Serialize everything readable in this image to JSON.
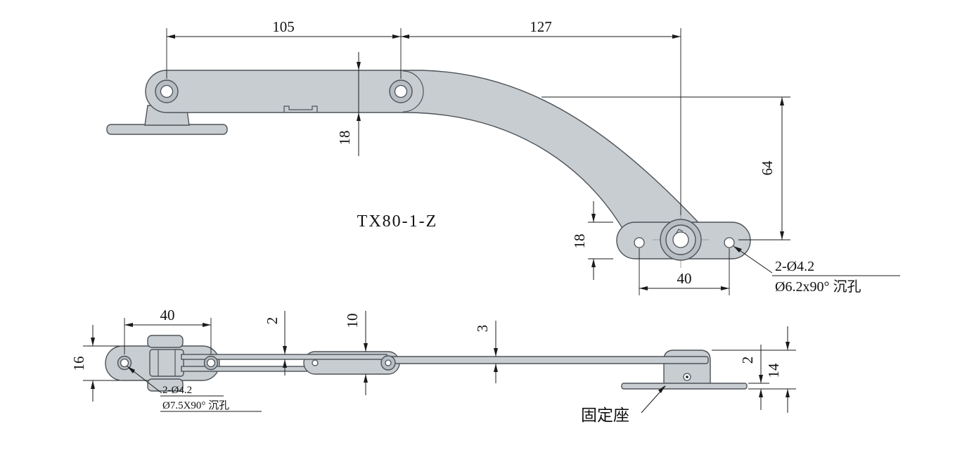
{
  "title": {
    "part_number": "TX80-1-Z"
  },
  "side_view": {
    "dims": {
      "width_left": "105",
      "width_right": "127",
      "arm_height": "18",
      "drop_height": "64",
      "base_height": "18",
      "hole_spacing": "40"
    },
    "hole_note": {
      "line1": "2-Ø4.2",
      "line2": "Ø6.2x90° 沉孔"
    }
  },
  "plan_view": {
    "dims": {
      "hole_spacing": "40",
      "plate_width": "16",
      "strip_thickness": "2",
      "link_width": "10",
      "bar_thickness": "3",
      "seat_plate_thickness": "2",
      "seat_height": "14"
    },
    "hole_note": {
      "line1": "2-Ø4.2",
      "line2": "Ø7.5X90° 沉孔"
    },
    "fixing_seat_label": "固定座"
  },
  "colors": {
    "background": "#ffffff",
    "part_fill": "#c7cdd1",
    "ring_fill": "#b7bec3",
    "outline": "#4d5358",
    "dimension": "#1a1a1a"
  }
}
